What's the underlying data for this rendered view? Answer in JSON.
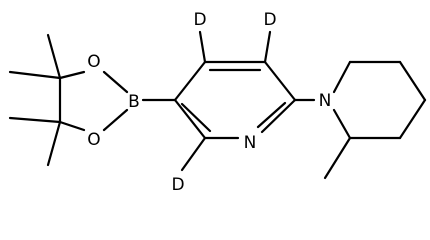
{
  "colors": {
    "bond": "#000000",
    "label": "#000000",
    "background": "#ffffff"
  },
  "atoms": {
    "d_top_left": "D",
    "d_top_right": "D",
    "d_bottom": "D",
    "boron": "B",
    "oxygen_top": "O",
    "oxygen_bottom": "O",
    "nitrogen_ring": "N",
    "nitrogen_piperidine": "N"
  }
}
